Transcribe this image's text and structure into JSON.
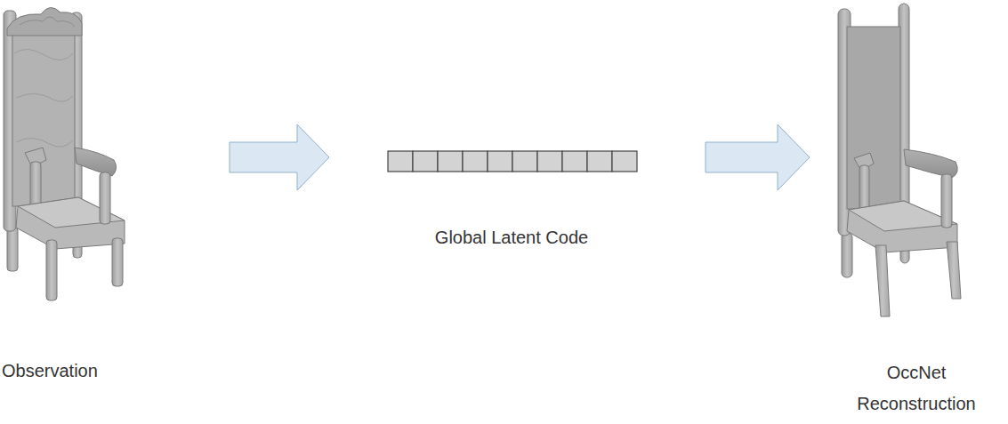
{
  "diagram": {
    "nodes": [
      {
        "text": [
          "Observation"
        ]
      },
      {
        "text": [
          "Global Latent Code"
        ]
      },
      {
        "text": [
          "OccNet Reconstruction"
        ]
      }
    ],
    "edges": [
      {
        "from": 0,
        "to": 1,
        "arrow": "to"
      },
      {
        "from": 1,
        "to": 2,
        "arrow": "to"
      }
    ]
  }
}
